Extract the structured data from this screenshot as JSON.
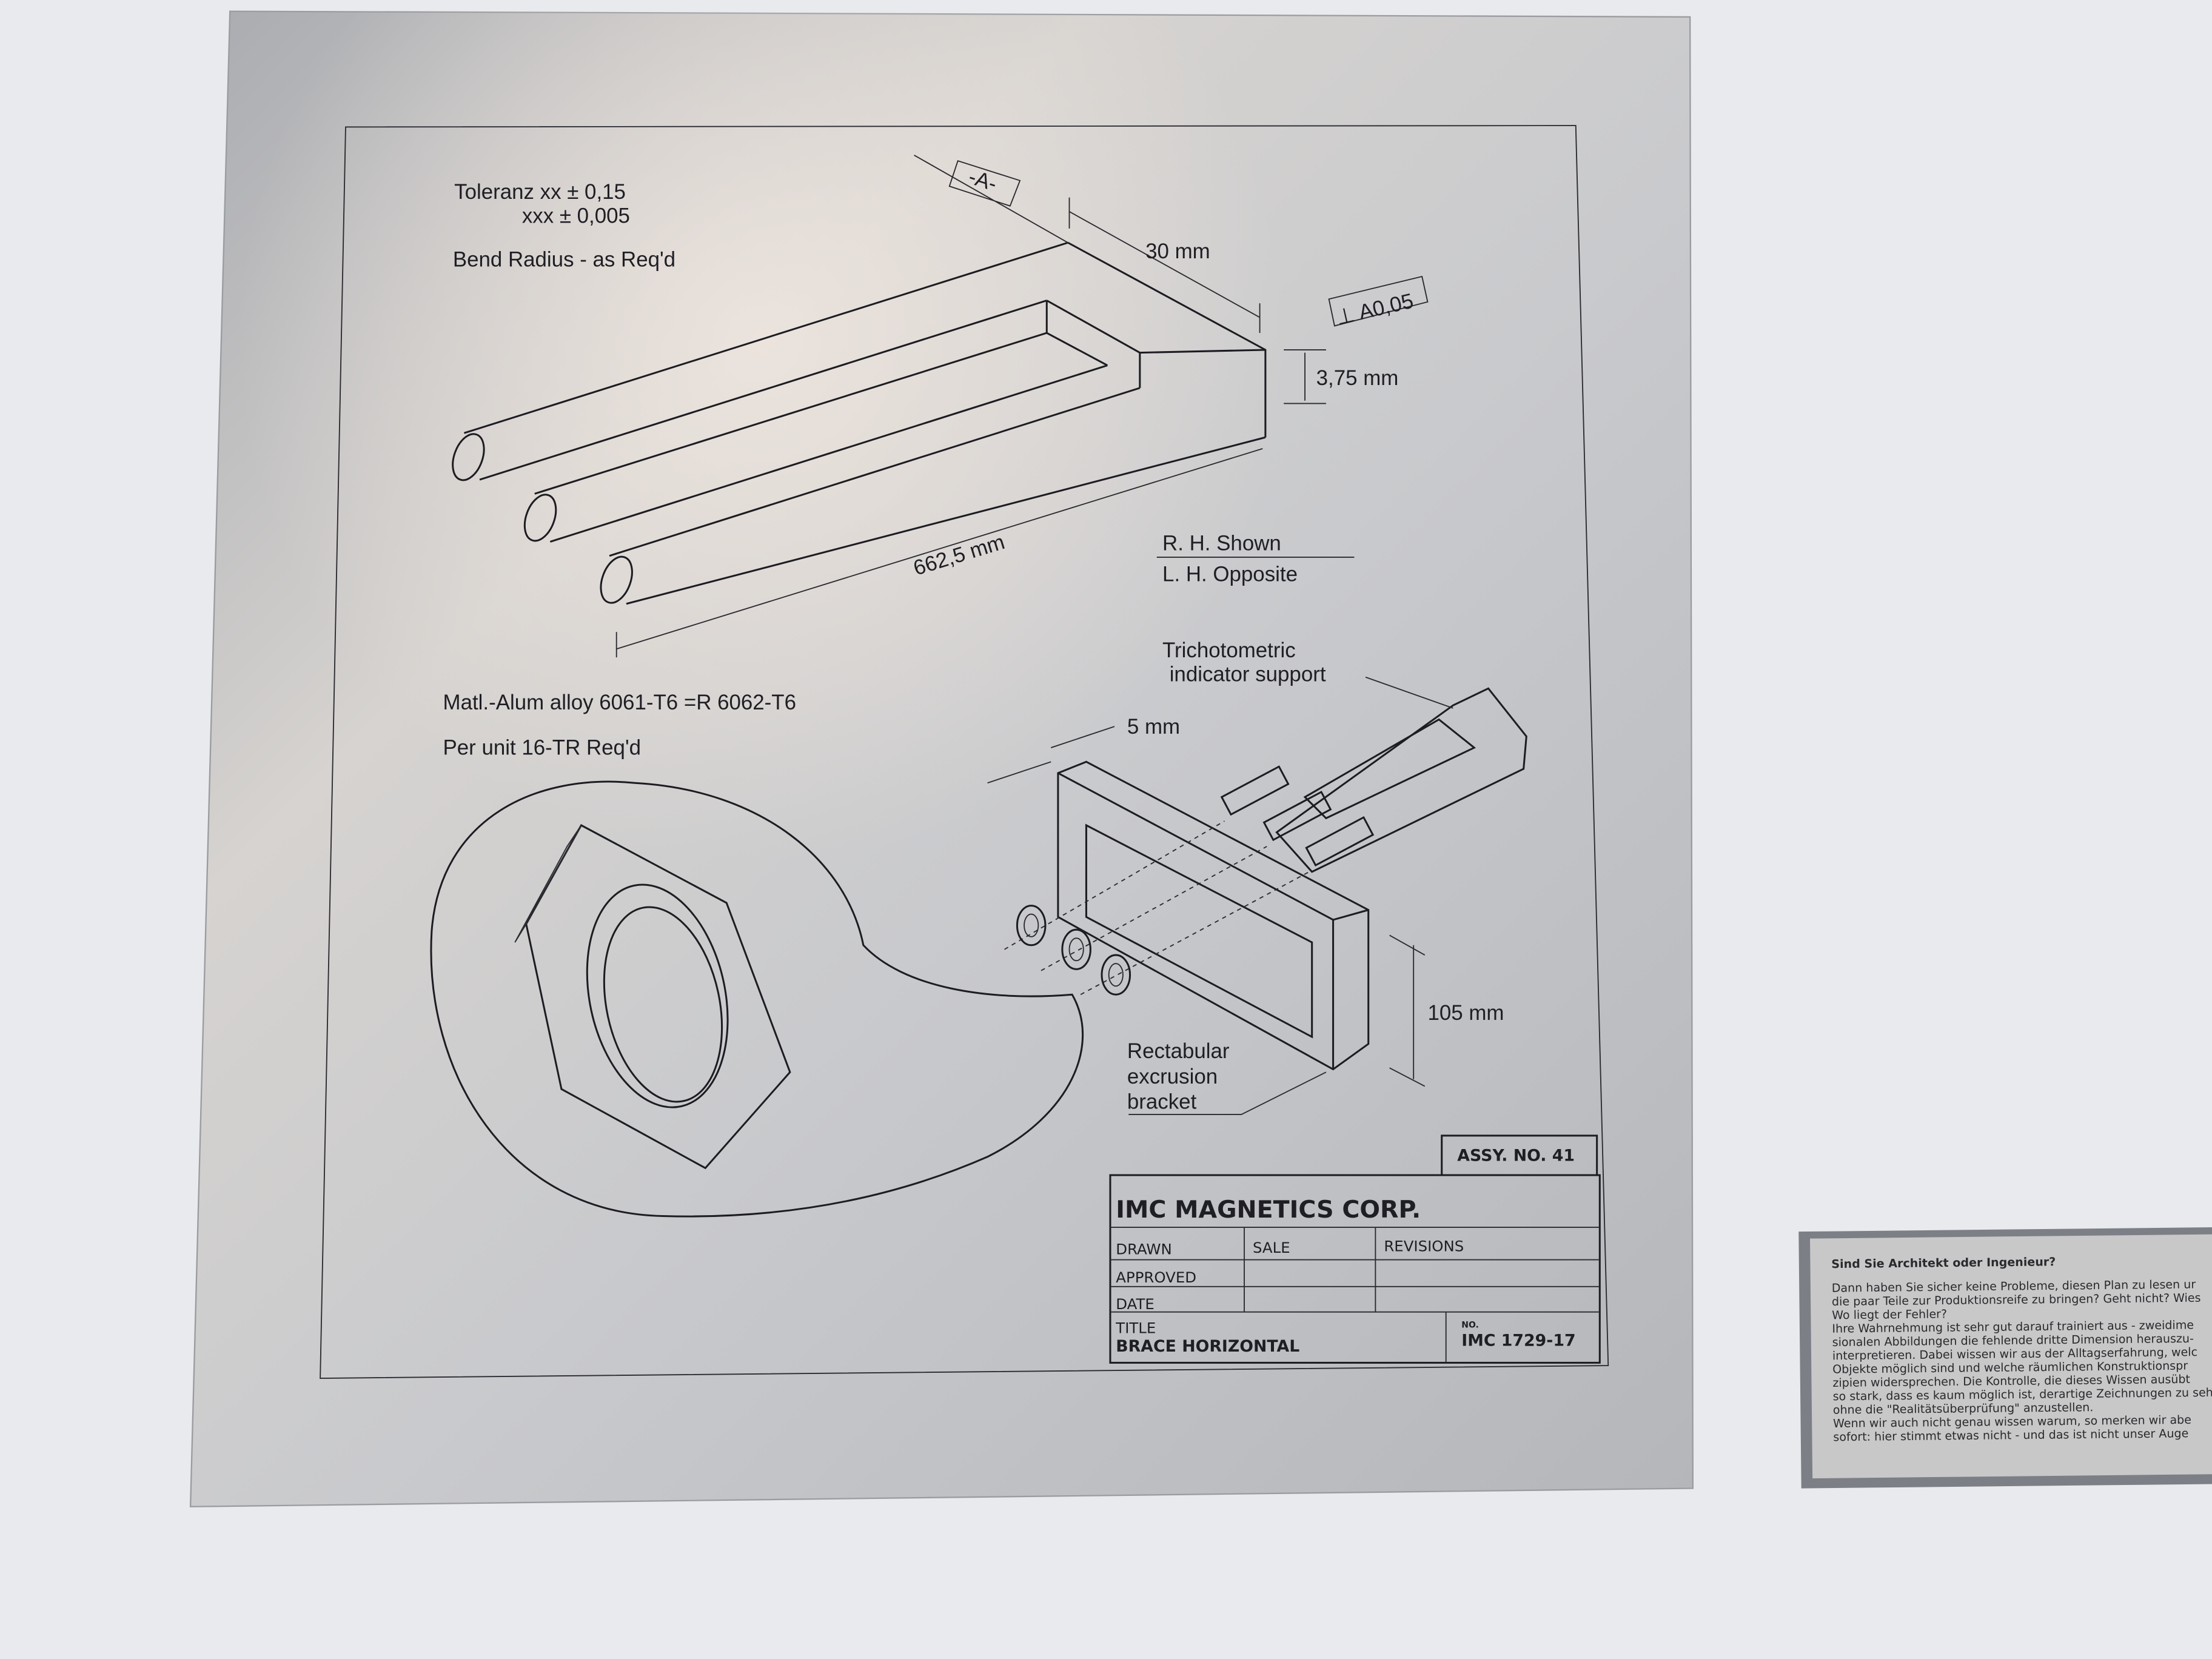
{
  "drawing": {
    "notes": {
      "tolerance_line1": "Toleranz xx ± 0,15",
      "tolerance_line2": "xxx ± 0,005",
      "bend_radius": "Bend Radius - as Req'd",
      "material": "Matl.-Alum alloy 6061-T6 =R 6062-T6",
      "per_unit": "Per unit 16-TR Req'd",
      "rh_shown": "R. H. Shown",
      "lh_opposite": "L. H. Opposite"
    },
    "dimensions": {
      "datum": "-A-",
      "width": "30 mm",
      "flatness": "⊥ A0,05",
      "thickness": "3,75 mm",
      "length": "662,5 mm",
      "offset": "5 mm",
      "height": "105 mm"
    },
    "labels": {
      "support_line1": "Trichotometric",
      "support_line2": "indicator support",
      "bracket_line1": "Rectabular",
      "bracket_line2": "excrusion",
      "bracket_line3": "bracket"
    },
    "title_block": {
      "assembly": "ASSY. NO. 41",
      "company": "IMC MAGNETICS CORP.",
      "drawn": "DRAWN",
      "sale": "SALE",
      "revisions": "REVISIONS",
      "approved": "APPROVED",
      "date": "DATE",
      "title_label": "TITLE",
      "title": "BRACE HORIZONTAL",
      "no_label": "NO.",
      "number": "IMC 1729-17"
    }
  },
  "plaque": {
    "heading": "Sind Sie Architekt oder Ingenieur?",
    "lines": [
      "Dann haben Sie sicher keine Probleme, diesen Plan zu lesen ur",
      "die paar Teile zur Produktionsreife zu bringen? Geht nicht? Wies",
      "Wo liegt der Fehler?",
      "Ihre Wahrnehmung ist sehr gut darauf trainiert aus - zweidime",
      "sionalen Abbildungen die fehlende dritte Dimension herauszu-",
      "interpretieren. Dabei wissen wir aus der Alltagserfahrung, welc",
      "Objekte möglich sind und welche räumlichen Konstruktionspr",
      "zipien widersprechen. Die Kontrolle, die dieses Wissen ausübt",
      "so stark, dass es kaum möglich ist, derartige Zeichnungen zu seh",
      "ohne die \"Realitätsüberprüfung\" anzustellen.",
      "Wenn wir auch nicht genau wissen warum, so merken wir abe",
      "sofort: hier stimmt etwas nicht - und das ist nicht unser Auge"
    ]
  }
}
